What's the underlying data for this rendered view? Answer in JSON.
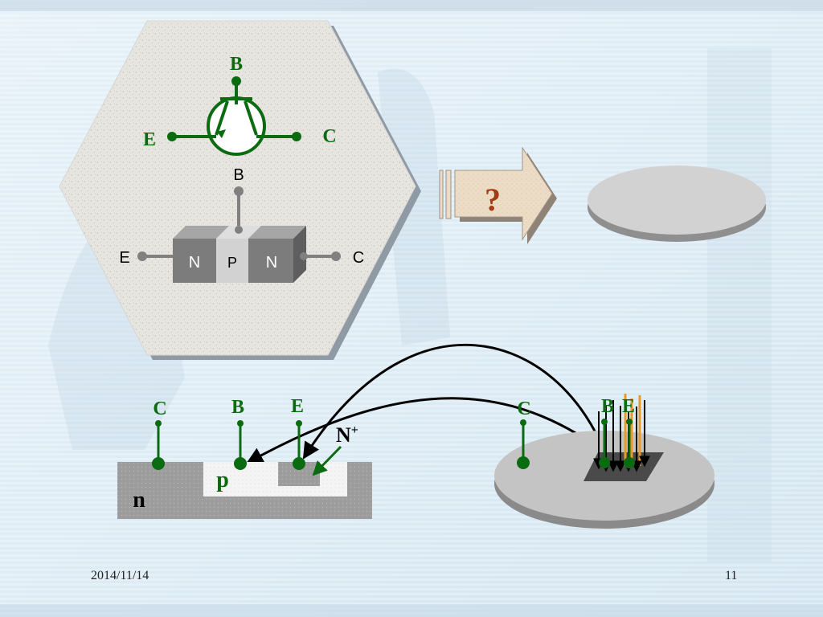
{
  "symbol_labels": {
    "base": "B",
    "emitter": "E",
    "collector": "C"
  },
  "block_labels": {
    "base": "B",
    "emitter": "E",
    "collector": "C",
    "left_region": "N",
    "middle_region": "P",
    "right_region": "N"
  },
  "question_mark": "?",
  "cross_section": {
    "collector": "C",
    "base": "B",
    "emitter": "E",
    "n_plus": "N",
    "n_plus_sup": "+",
    "p_region": "p",
    "n_region": "n"
  },
  "chip": {
    "collector": "C",
    "base": "B",
    "emitter": "E"
  },
  "footer": {
    "date": "2014/11/14",
    "page": "11"
  },
  "colors": {
    "terminal_green": "#0b6b10",
    "question_red": "#a33a12",
    "highlight_orange": "#e89a2c"
  }
}
